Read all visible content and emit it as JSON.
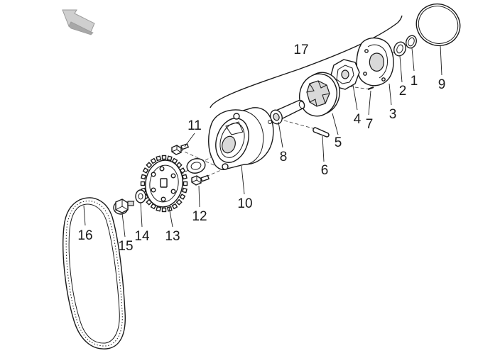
{
  "diagram": {
    "callouts": [
      {
        "id": "c1",
        "text": "1"
      },
      {
        "id": "c2",
        "text": "2"
      },
      {
        "id": "c3",
        "text": "3"
      },
      {
        "id": "c4",
        "text": "4"
      },
      {
        "id": "c5",
        "text": "5"
      },
      {
        "id": "c6",
        "text": "6"
      },
      {
        "id": "c7",
        "text": "7"
      },
      {
        "id": "c8",
        "text": "8"
      },
      {
        "id": "c9",
        "text": "9"
      },
      {
        "id": "c10",
        "text": "10"
      },
      {
        "id": "c11",
        "text": "11"
      },
      {
        "id": "c12",
        "text": "12"
      },
      {
        "id": "c13",
        "text": "13"
      },
      {
        "id": "c14",
        "text": "14"
      },
      {
        "id": "c15",
        "text": "15"
      },
      {
        "id": "c16",
        "text": "16"
      },
      {
        "id": "c17",
        "text": "17"
      }
    ],
    "icons": {
      "direction": "arrow-icon"
    }
  }
}
